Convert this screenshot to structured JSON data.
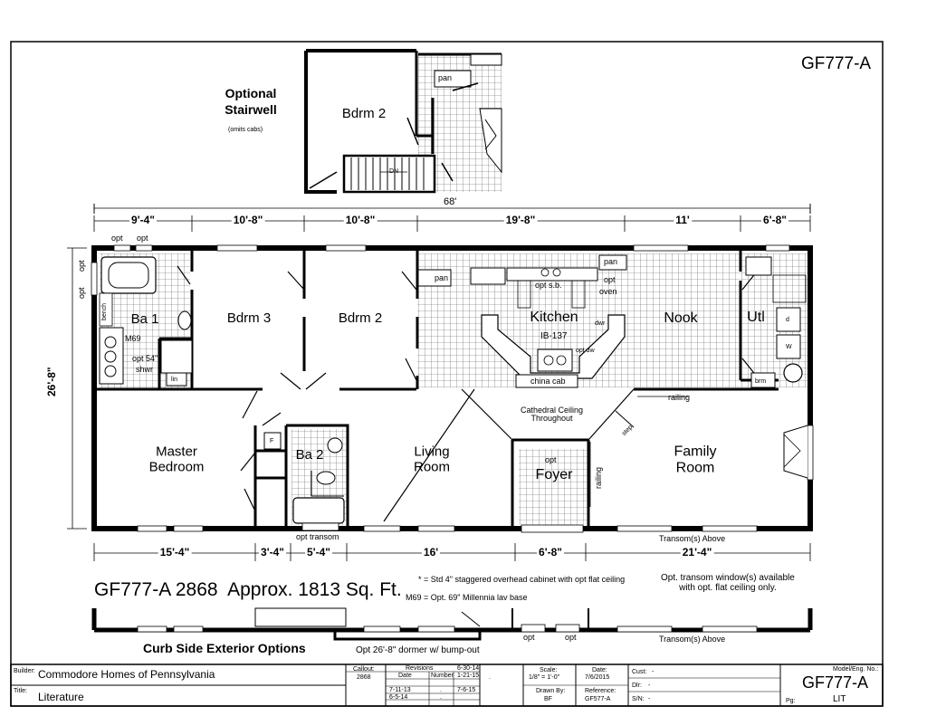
{
  "model_code": "GF777-A",
  "optional_stairwell": {
    "title": "Optional Stairwell",
    "subtitle": "(omits cabs)",
    "bedroom_label": "Bdrm 2",
    "pantry_label": "pan",
    "down_label": "DN",
    "width_dim": "68'"
  },
  "top_dimensions": [
    "9'-4\"",
    "10'-8\"",
    "10'-8\"",
    "19'-8\"",
    "11'",
    "6'-8\""
  ],
  "bottom_dimensions": [
    "15'-4\"",
    "3'-4\"",
    "5'-4\"",
    "16'",
    "6'-8\"",
    "21'-4\""
  ],
  "depth_dimension": "26'-8\"",
  "rooms": {
    "ba1": "Ba 1",
    "bdrm3": "Bdrm 3",
    "bdrm2": "Bdrm 2",
    "kitchen": "Kitchen",
    "kitchen_code": "IB-137",
    "nook": "Nook",
    "utl": "Utl",
    "master_line1": "Master",
    "master_line2": "Bedroom",
    "ba2": "Ba 2",
    "living_line1": "Living",
    "living_line2": "Room",
    "foyer": "Foyer",
    "family_line1": "Family",
    "family_line2": "Room"
  },
  "annotations": {
    "opt_a": "opt",
    "opt_b": "opt",
    "opt_side": "opt",
    "opt_side2": "opt",
    "bench": "bench",
    "m69": "M69",
    "opt54": "opt 54\"",
    "shwr": "shwr",
    "lin": "lin",
    "pan_left": "pan",
    "pan_right": "pan",
    "opt_sb": "opt s.b.",
    "opt_oven": "opt",
    "oven": "oven",
    "dwr": "dwr",
    "opt_dw": "opt dw",
    "china_cab": "china cab",
    "brm": "brm",
    "d": "d",
    "w": "W",
    "railing_top": "railing",
    "railing_side": "railing",
    "cathedral_line1": "Cathedral Ceiling",
    "cathedral_line2": "Throughout",
    "step": "step",
    "opt_foyer": "opt",
    "opt_transom": "opt transom",
    "f": "F",
    "transom_above": "Transom(s) Above"
  },
  "headline": "GF777-A 2868  Approx. 1813 Sq. Ft.",
  "notes": {
    "cabinet_note": "* = Std 4\" staggered overhead cabinet with opt flat ceiling",
    "m69_note": "M69 = Opt. 69\" Millennia lav base",
    "transom_note_line1": "Opt. transom window(s) available",
    "transom_note_line2": "with opt. flat ceiling only."
  },
  "exterior": {
    "title": "Curb Side Exterior Options",
    "opt_left": "opt",
    "opt_right": "opt",
    "dormer_note": "Opt 26'-8\" dormer w/ bump-out",
    "transom_above": "Transom(s) Above"
  },
  "title_block": {
    "builder_label": "Builder:",
    "builder_value": "Commodore Homes of Pennsylvania",
    "title_label": "Title:",
    "title_value": "Literature",
    "callout_label": "Callout:",
    "callout_value": "2868",
    "revisions_label": "Revisions",
    "date_label": "Date",
    "number_label": "Number",
    "rev_dates_right": [
      "6-30-14",
      "1-21-15",
      "7-6-15"
    ],
    "rev_dates_left": [
      "7-11-13",
      "6-5-14"
    ],
    "rev_dots": [
      ".",
      ".",
      "."
    ],
    "scale_label": "Scale:",
    "scale_value": "1/8\" = 1'-0\"",
    "drawn_by_label": "Drawn By:",
    "drawn_by_value": "BF",
    "date_head_label": "Date:",
    "date_value": "7/6/2015",
    "reference_label": "Reference:",
    "reference_value": "GF577-A",
    "cust_label": "Cust:",
    "cust_value": "-",
    "dlr_label": "Dlr:",
    "dlr_value": "-",
    "sn_label": "S/N:",
    "sn_value": "-",
    "model_label": "Model/Eng. No.:",
    "model_value": "GF777-A",
    "pg_label": "Pg:",
    "pg_value": "LIT"
  }
}
